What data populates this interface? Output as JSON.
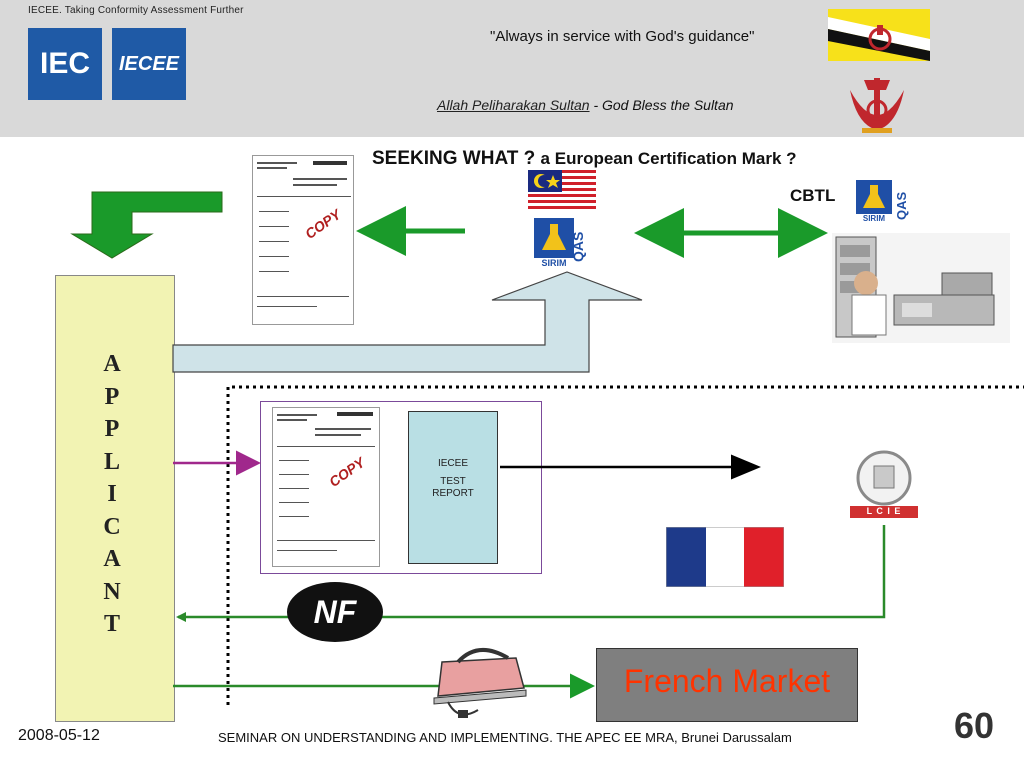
{
  "header": {
    "tagline": "IECEE. Taking Conformity Assessment Further",
    "logos": {
      "iec": "IEC",
      "iecee": "IECEE"
    },
    "motto": "\"Always in service with God's guidance\"",
    "motto_malay": "Allah Peliharakan Sultan",
    "motto_english": "- God Bless the Sultan"
  },
  "title": {
    "main": "SEEKING WHAT ? ",
    "rest": "a European Certification Mark ?"
  },
  "cbtl_label": "CBTL",
  "sirim_label": "SIRIM",
  "qas_label": "QAS",
  "applicant_letters": [
    "A",
    "P",
    "P",
    "L",
    "I",
    "C",
    "A",
    "N",
    "T"
  ],
  "report": {
    "line1": "IECEE",
    "line2": "TEST",
    "line3": "REPORT"
  },
  "certificate": {
    "stamp": "COPY"
  },
  "nf_mark": "NF",
  "lcie_label": "L C I E",
  "market_label": "French Market",
  "footer": {
    "date": "2008-05-12",
    "seminar": "SEMINAR ON UNDERSTANDING AND IMPLEMENTING. THE APEC EE MRA, Brunei Darussalam",
    "page_number": "60"
  },
  "colors": {
    "arrow_green": "#1a9a2a",
    "arrow_dark_green": "#2a7a1a",
    "applicant_fill": "#f2f3b3",
    "report_fill": "#b9dfe4",
    "market_text": "#ff3300",
    "header_bg": "#d9d9d9",
    "purple_line": "#a0288c",
    "france_blue": "#1e3a8a",
    "france_red": "#e0202a"
  }
}
